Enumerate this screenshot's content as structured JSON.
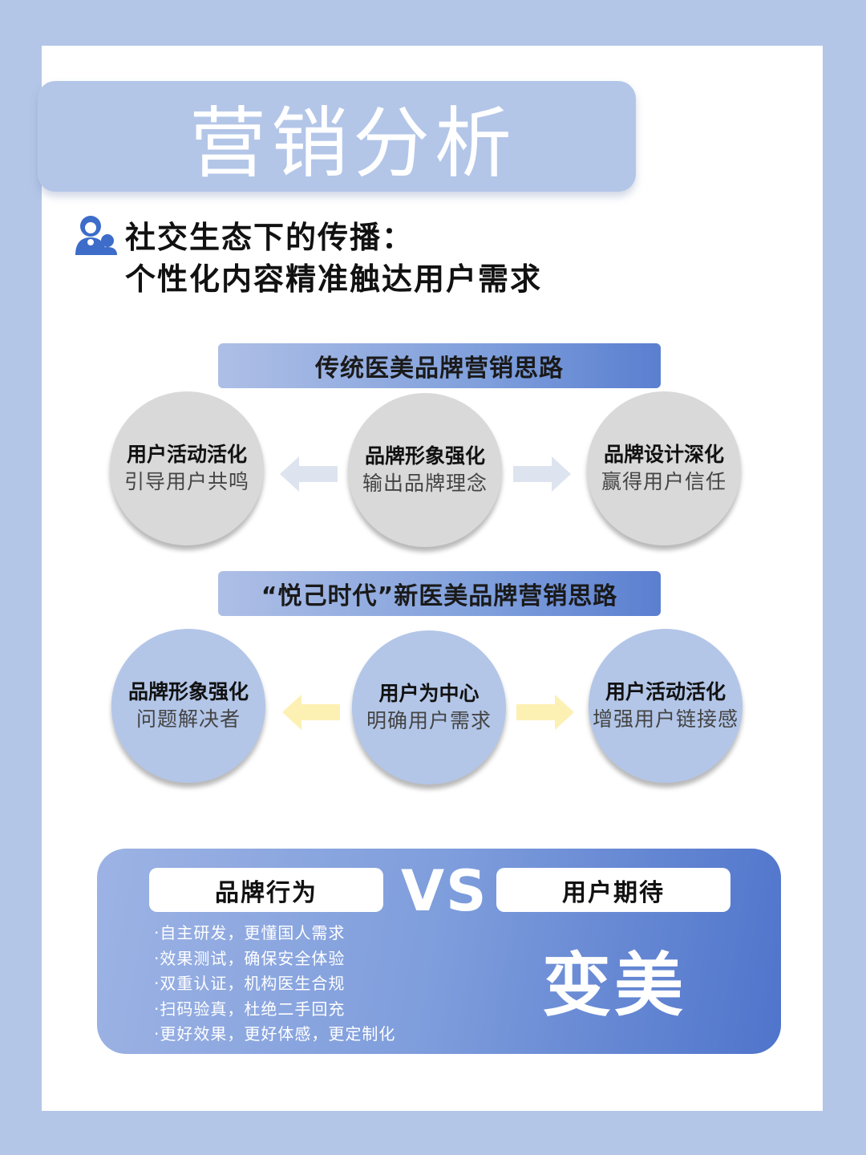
{
  "title": "营销分析",
  "headline": {
    "line1": "社交生态下的传播：",
    "line2": "个性化内容精准触达用户需求"
  },
  "traditional": {
    "label": "传统医美品牌营销思路",
    "left": {
      "title": "用户活动活化",
      "sub": "引导用户共鸣"
    },
    "center": {
      "title": "品牌形象强化",
      "sub": "输出品牌理念"
    },
    "right": {
      "title": "品牌设计深化",
      "sub": "赢得用户信任"
    }
  },
  "modern": {
    "label": "“悦己时代”新医美品牌营销思路",
    "left": {
      "title": "品牌形象强化",
      "sub": "问题解决者"
    },
    "center": {
      "title": "用户为中心",
      "sub": "明确用户需求"
    },
    "right": {
      "title": "用户活动活化",
      "sub": "增强用户链接感"
    }
  },
  "comparison": {
    "brand_label": "品牌行为",
    "vs": "VS",
    "user_label": "用户期待",
    "bullets": [
      "·自主研发，更懂国人需求",
      "·效果测试，确保安全体验",
      "·双重认证，机构医生合规",
      "·扫码验真，杜绝二手回充",
      "·更好效果，更好体感，更定制化"
    ],
    "user_expectation": "变美"
  },
  "colors": {
    "background": "#b3c6e8",
    "accent_blue": "#5b7fd0",
    "gray_circle": "#d9d9d9",
    "arrow_gray": "#dde4ef",
    "arrow_yellow": "#fdf0b3"
  },
  "icons": {
    "headline_icon": "user-group-icon",
    "arrows": "arrow-icon"
  }
}
